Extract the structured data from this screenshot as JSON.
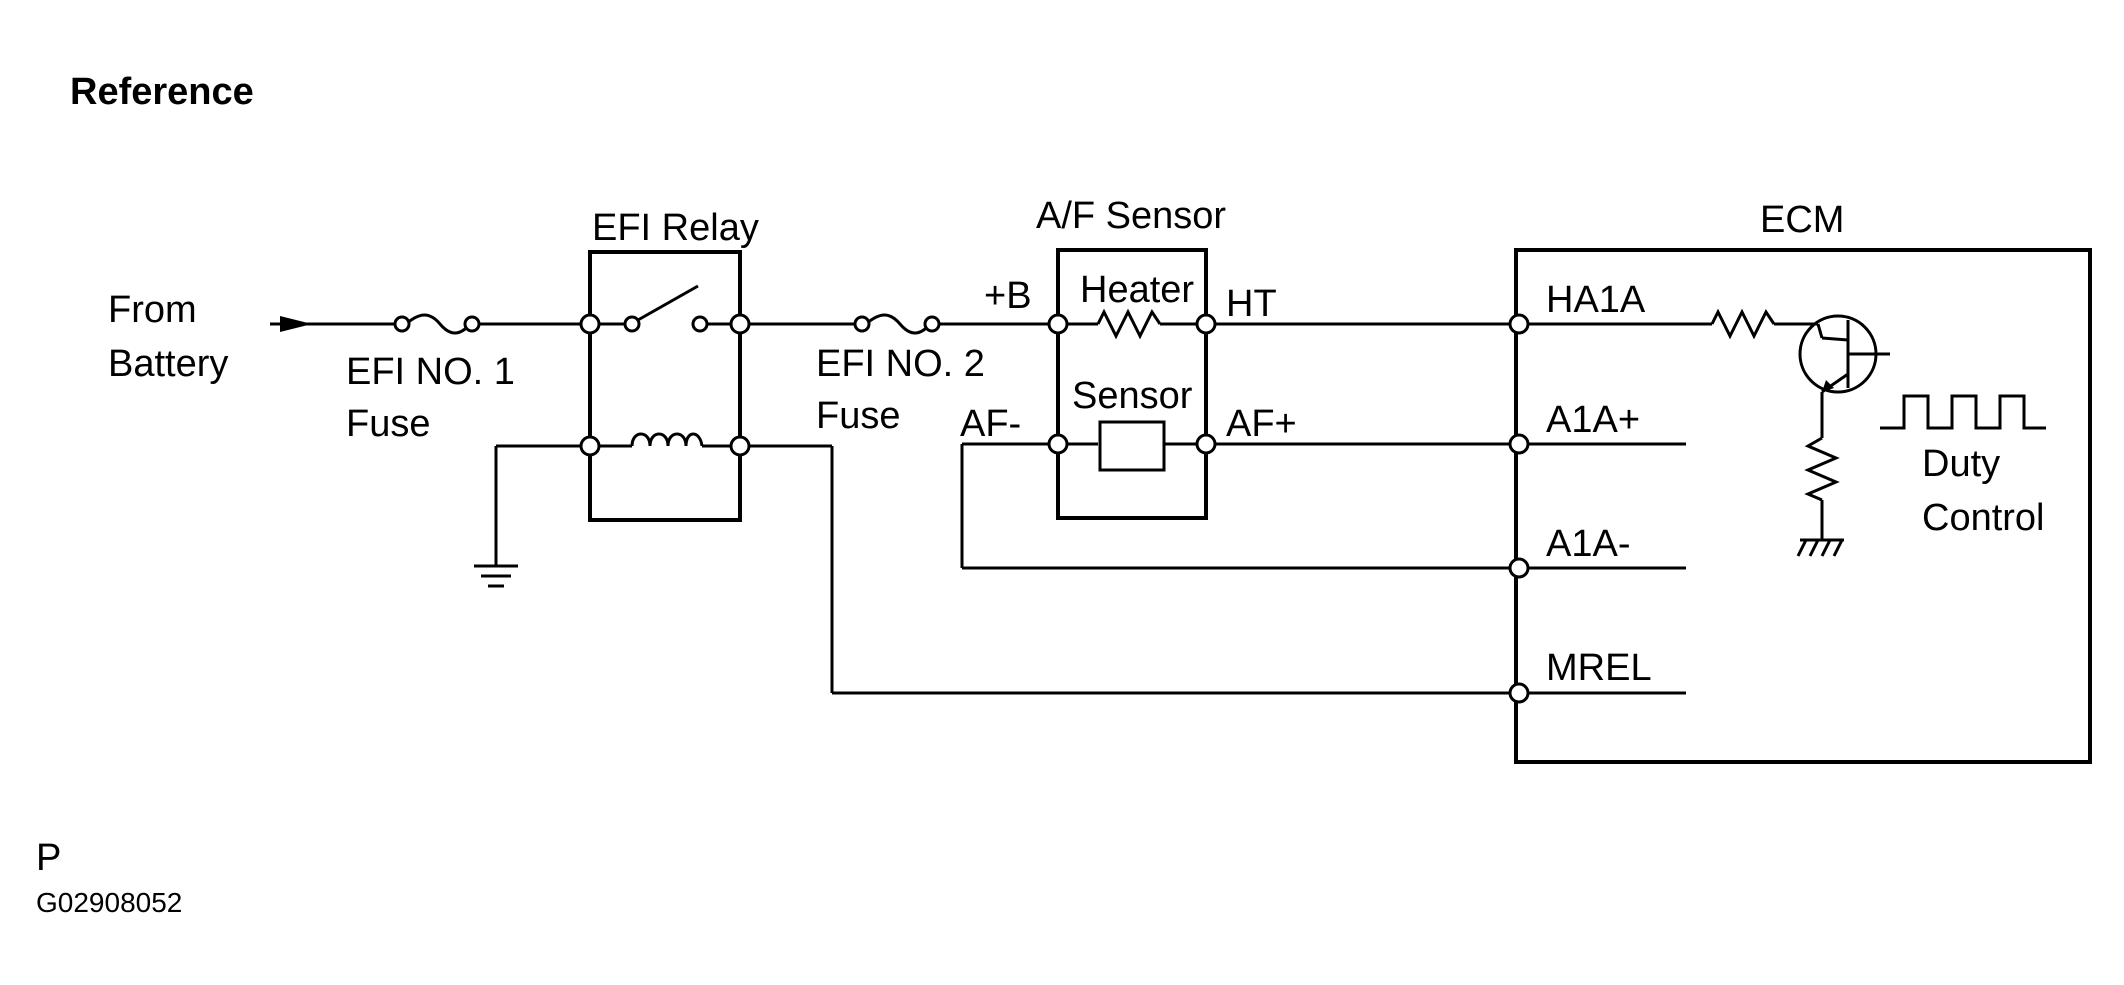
{
  "header": {
    "title": "Reference"
  },
  "source": {
    "line1": "From",
    "line2": "Battery"
  },
  "fuse1": {
    "line1": "EFI NO. 1",
    "line2": "Fuse"
  },
  "relay": {
    "label": "EFI Relay"
  },
  "fuse2": {
    "line1": "EFI NO. 2",
    "line2": "Fuse"
  },
  "sensor": {
    "label": "A/F Sensor",
    "plus_b": "+B",
    "heater": "Heater",
    "ht": "HT",
    "sensor": "Sensor",
    "af_minus": "AF-",
    "af_plus": "AF+"
  },
  "ecm": {
    "label": "ECM",
    "ha1a": "HA1A",
    "a1a_plus": "A1A+",
    "a1a_minus": "A1A-",
    "mrel": "MREL",
    "duty_line1": "Duty",
    "duty_line2": "Control"
  },
  "footer": {
    "code": "P",
    "id": "G02908052"
  }
}
